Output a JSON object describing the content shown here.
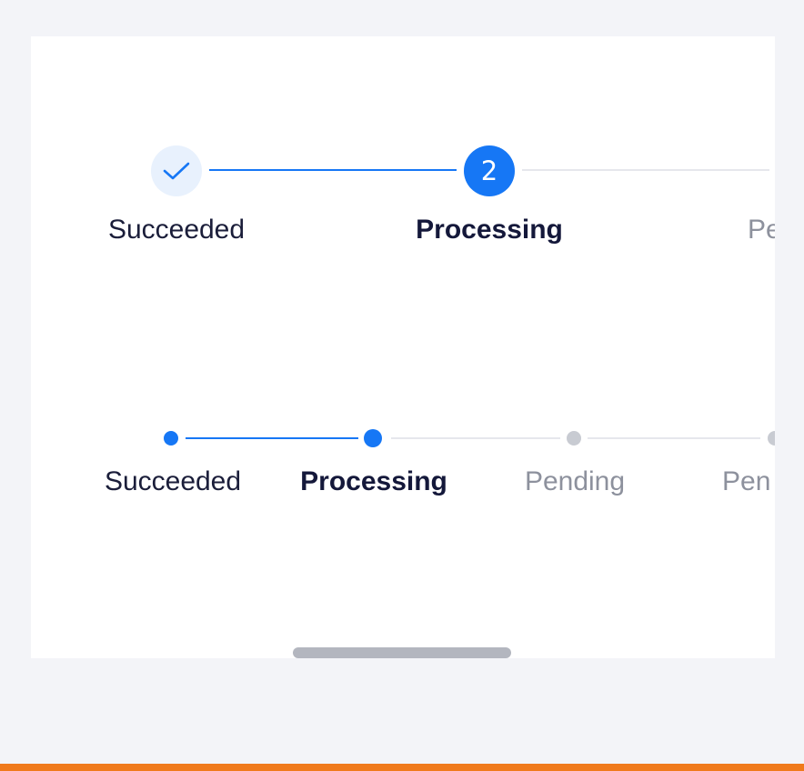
{
  "colors": {
    "accent": "#1677f5",
    "pending": "#c8cbd2",
    "orange_bar": "#f07a1c"
  },
  "steps_large": {
    "step1": {
      "label": "Succeeded",
      "icon": "check-icon"
    },
    "step2": {
      "label": "Processing",
      "number": "2"
    },
    "step3": {
      "label": "Pe"
    }
  },
  "steps_dots": {
    "step1": {
      "label": "Succeeded"
    },
    "step2": {
      "label": "Processing"
    },
    "step3": {
      "label": "Pending"
    },
    "step4": {
      "label": "Pen"
    }
  }
}
